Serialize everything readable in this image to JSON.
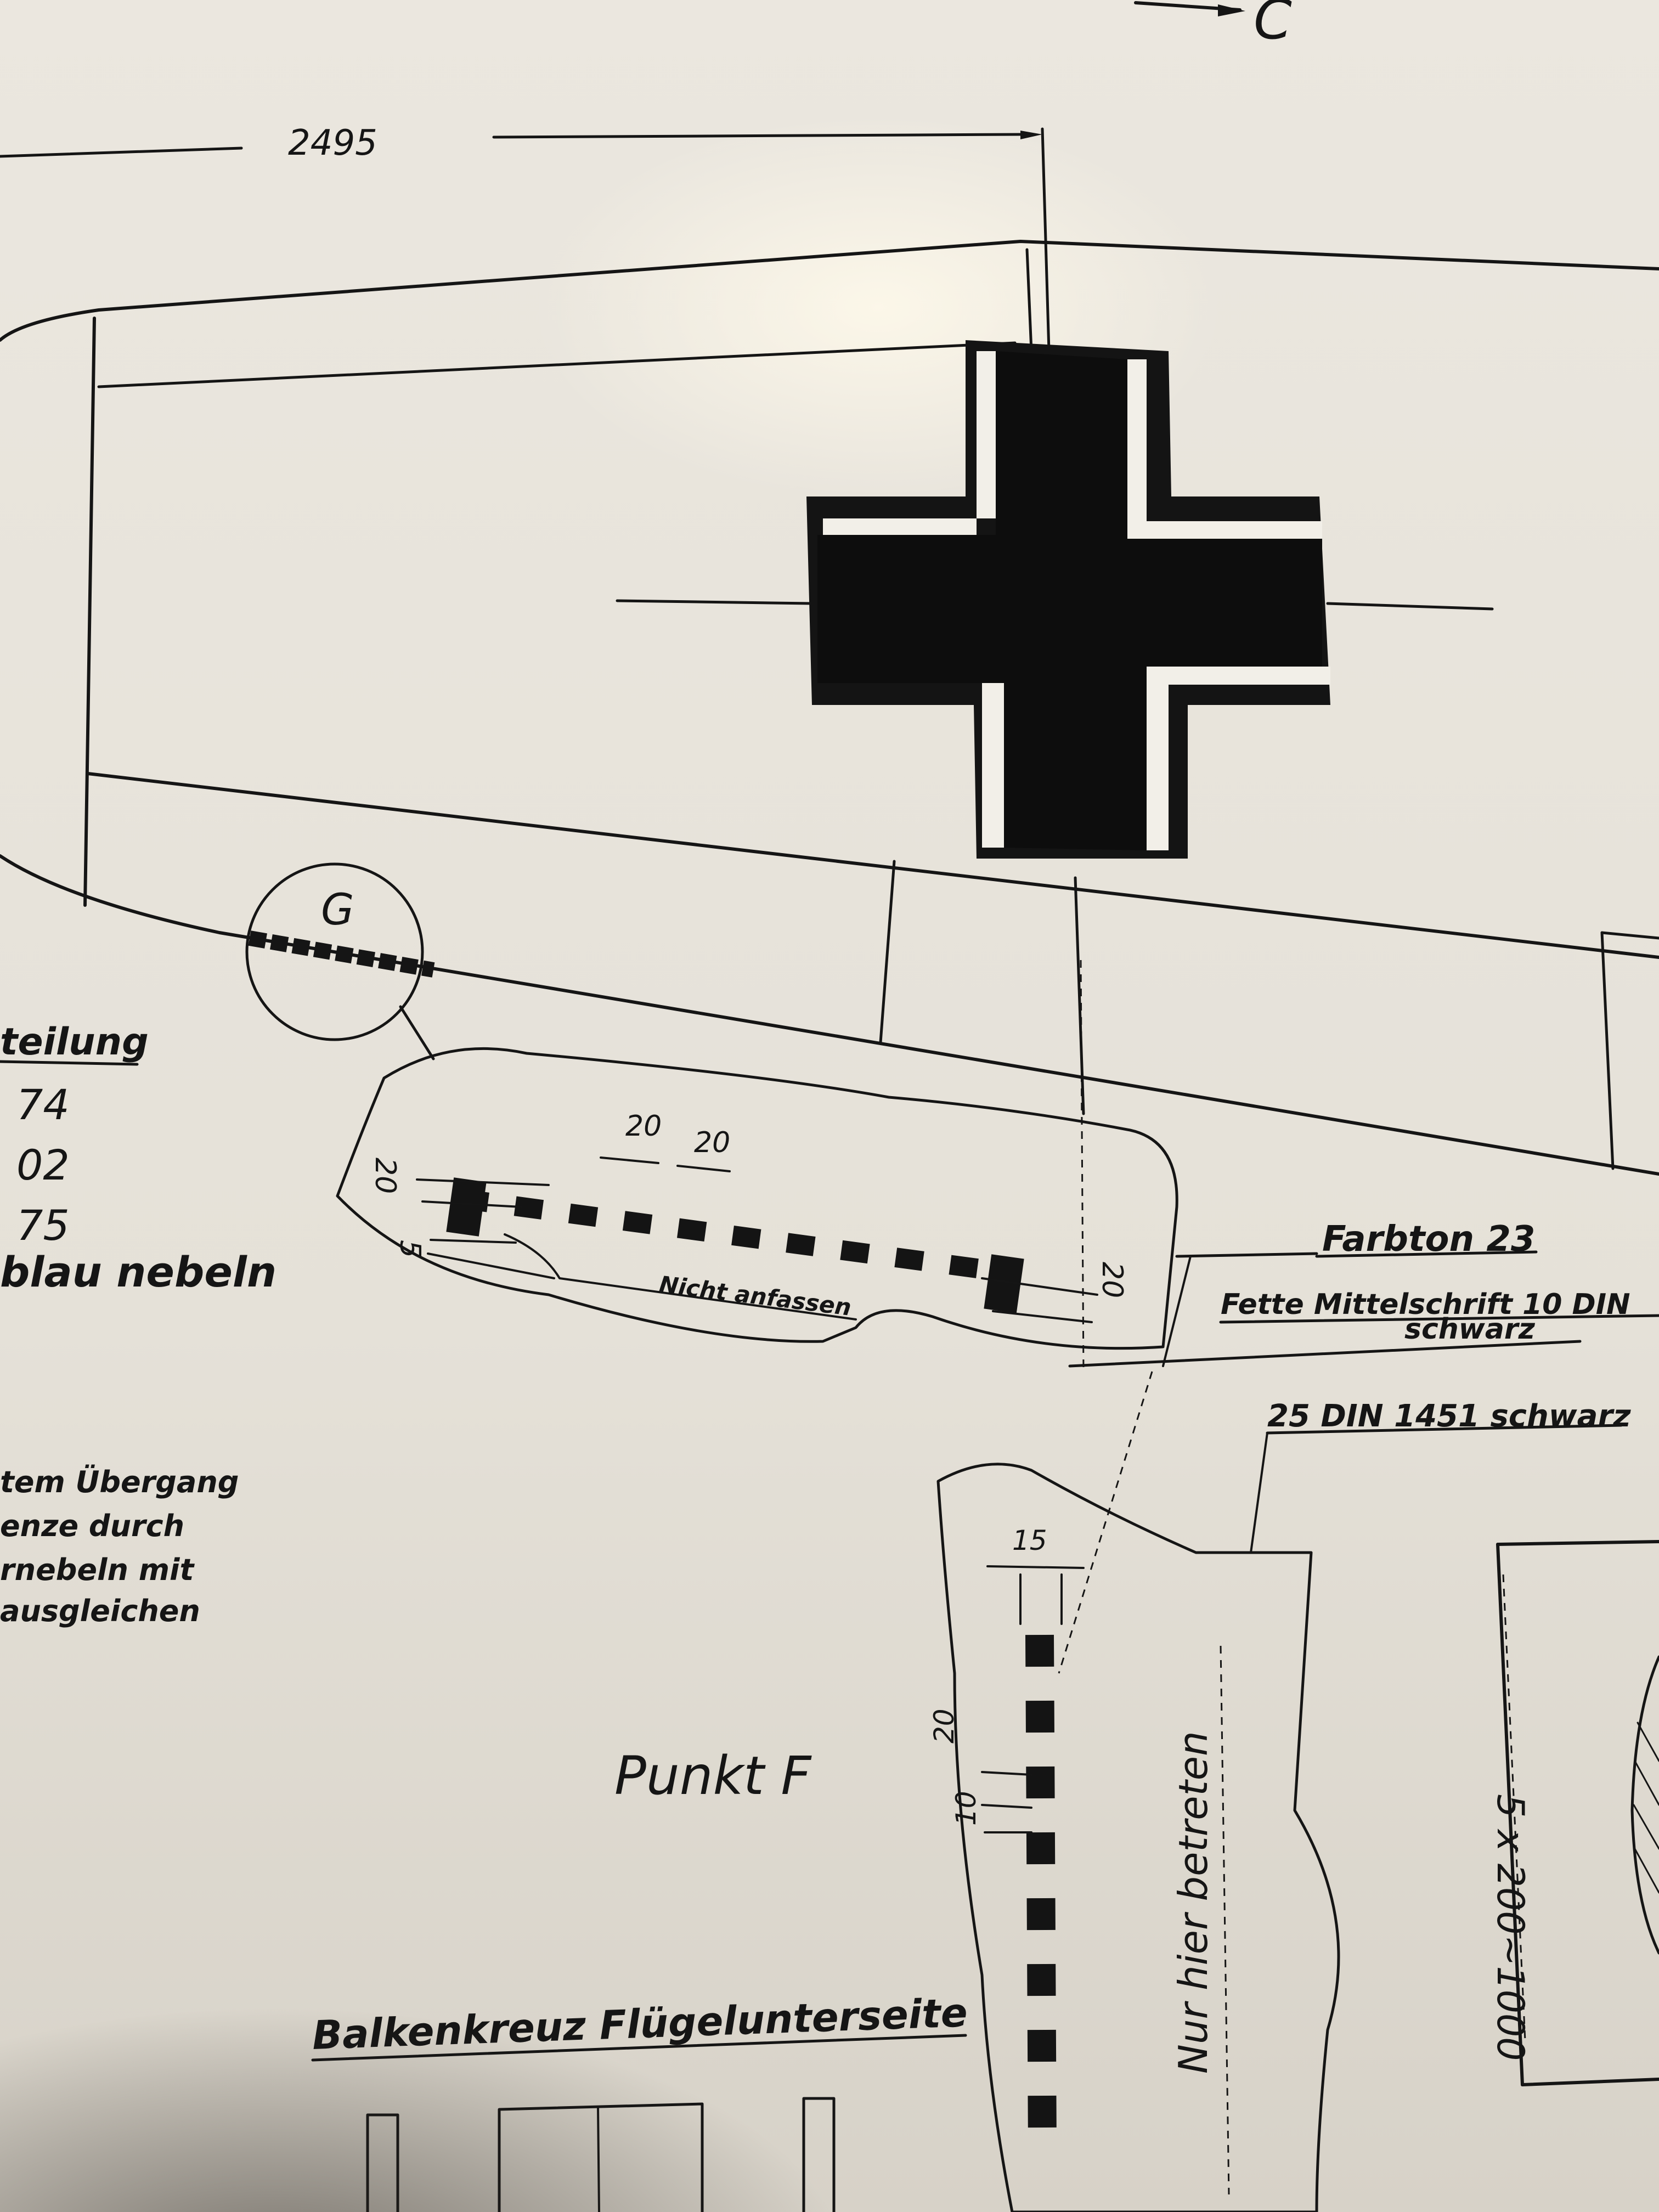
{
  "drawing": {
    "dim_top": "2495",
    "corner_label": "C",
    "detail_circle_label": "G",
    "left_margin_text": [
      "teilung",
      "74",
      "02",
      "75",
      "blau nebeln"
    ],
    "left_note": [
      "tem Übergang",
      "enze durch",
      "rnebeln mit",
      "ausgleichen"
    ],
    "detail_g": {
      "dim_gap_a": "20",
      "dim_gap_b": "20",
      "dim_left_a": "20",
      "dim_left_b": "5",
      "dim_right": "20",
      "inner_text": "Nicht anfassen"
    },
    "callout_color": "Farbton 23",
    "callout_font_line1": "Fette Mittelschrift 10 DIN",
    "callout_font_line2": "schwarz",
    "callout_font2": "25 DIN 1451 schwarz",
    "walkway": {
      "dim_width": "15",
      "dim_a": "20",
      "dim_b": "10",
      "vertical_text": "Nur hier betreten"
    },
    "punkt_label": "Punkt F",
    "right_dim": "5 x 200~1000",
    "section_title": "Balkenkreuz Flügelunterseite"
  }
}
